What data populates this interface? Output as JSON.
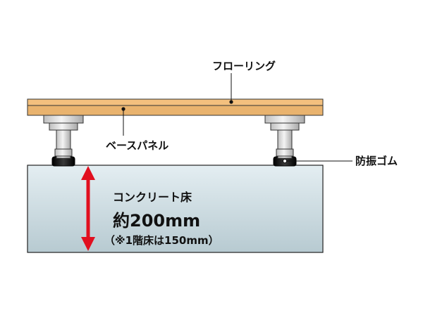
{
  "labels": {
    "flooring": "フローリング",
    "base_panel": "ベースパネル",
    "rubber": "防振ゴム",
    "concrete": "コンクリート床",
    "thickness": "約200mm",
    "note": "（※1階床は150mm）"
  },
  "colors": {
    "flooring": "#f3c07e",
    "base_panel": "#e9b36e",
    "concrete_top": "#e4eef2",
    "concrete_bottom": "#b7cad1",
    "pedestal_metal": "#dcdcdc",
    "rubber": "#222222",
    "arrow": "#e10f1f"
  },
  "icons": [
    "double-headed-arrow",
    "leader-dot"
  ]
}
